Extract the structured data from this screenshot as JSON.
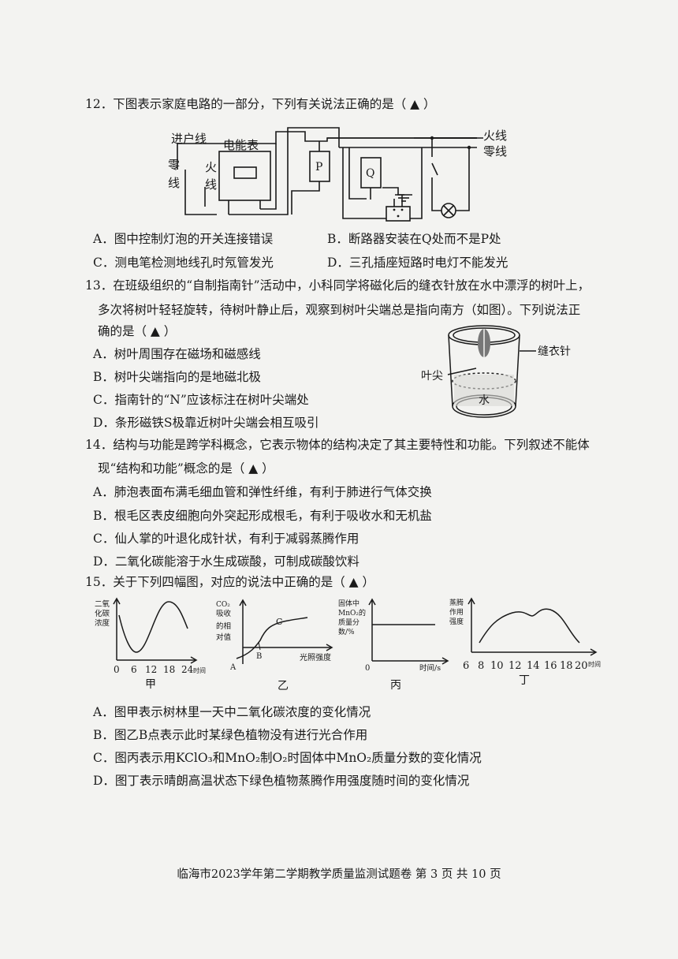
{
  "q12": {
    "stem": "12．下图表示家庭电路的一部分，下列有关说法正确的是（ ▲ ）",
    "labels": {
      "inlet": "进户线",
      "neutral_left": [
        "零",
        "线"
      ],
      "live_left": [
        "火",
        "线"
      ],
      "meter": "电能表",
      "p": "P",
      "q": "Q",
      "live_right": "火线",
      "neutral_right": "零线"
    },
    "options": {
      "A": "A．图中控制灯泡的开关连接错误",
      "B": "B．断路器安装在Q处而不是P处",
      "C": "C．测电笔检测地线孔时氖管发光",
      "D": "D．三孔插座短路时电灯不能发光"
    }
  },
  "q13": {
    "stem1": "13．在班级组织的“自制指南针”活动中，小科同学将磁化后的缝衣针放在水中漂浮的树叶上，",
    "stem2": "多次将树叶轻轻旋转，待树叶静止后，观察到树叶尖端总是指向南方（如图）。下列说法正",
    "stem3": "确的是（ ▲ ）",
    "labels": {
      "needle": "缝衣针",
      "tip": "叶尖",
      "water": "水"
    },
    "options": {
      "A": "A．树叶周围存在磁场和磁感线",
      "B": "B．树叶尖端指向的是地磁北极",
      "C": "C．指南针的“N”应该标注在树叶尖端处",
      "D": "D．条形磁铁S极靠近树叶尖端会相互吸引"
    }
  },
  "q14": {
    "stem1": "14．结构与功能是跨学科概念，它表示物体的结构决定了其主要特性和功能。下列叙述不能体",
    "stem2": "现“结构和功能”概念的是（ ▲ ）",
    "options": {
      "A": "A．肺泡表面布满毛细血管和弹性纤维，有利于肺进行气体交换",
      "B": "B．根毛区表皮细胞向外突起形成根毛，有利于吸收水和无机盐",
      "C": "C．仙人掌的叶退化成针状，有利于减弱蒸腾作用",
      "D": "D．二氧化碳能溶于水生成碳酸，可制成碳酸饮料"
    }
  },
  "q15": {
    "stem": "15．关于下列四幅图，对应的说法中正确的是（ ▲ ）",
    "graphs": {
      "jia": {
        "ylabel": [
          "二氧",
          "化碳",
          "浓度"
        ],
        "ticks": [
          "0",
          "6",
          "12",
          "18",
          "24"
        ],
        "xunit": "时间",
        "name": "甲"
      },
      "yi": {
        "ylabel": [
          "CO₂",
          "吸收",
          "的相",
          "对值"
        ],
        "xlabel": "光照强度",
        "A": "A",
        "B": "B",
        "C": "C",
        "name": "乙"
      },
      "bing": {
        "ylabel": [
          "固体中",
          "MnO₂的",
          "质量分",
          "数/%"
        ],
        "xlabel": "时间/s",
        "origin": "0",
        "name": "丙"
      },
      "ding": {
        "ylabel": [
          "蒸腾",
          "作用",
          "强度"
        ],
        "ticks": [
          "6",
          "8",
          "10",
          "12",
          "14",
          "16",
          "18",
          "20"
        ],
        "xunit": "时间",
        "name": "丁"
      }
    },
    "options": {
      "A": "A．图甲表示树林里一天中二氧化碳浓度的变化情况",
      "B": "B．图乙B点表示此时某绿色植物没有进行光合作用",
      "C": "C．图丙表示用KClO₃和MnO₂制O₂时固体中MnO₂质量分数的变化情况",
      "D": "D．图丁表示晴朗高温状态下绿色植物蒸腾作用强度随时间的变化情况"
    }
  },
  "footer": "临海市2023学年第二学期教学质量监测试题卷 第 3 页 共 10 页"
}
